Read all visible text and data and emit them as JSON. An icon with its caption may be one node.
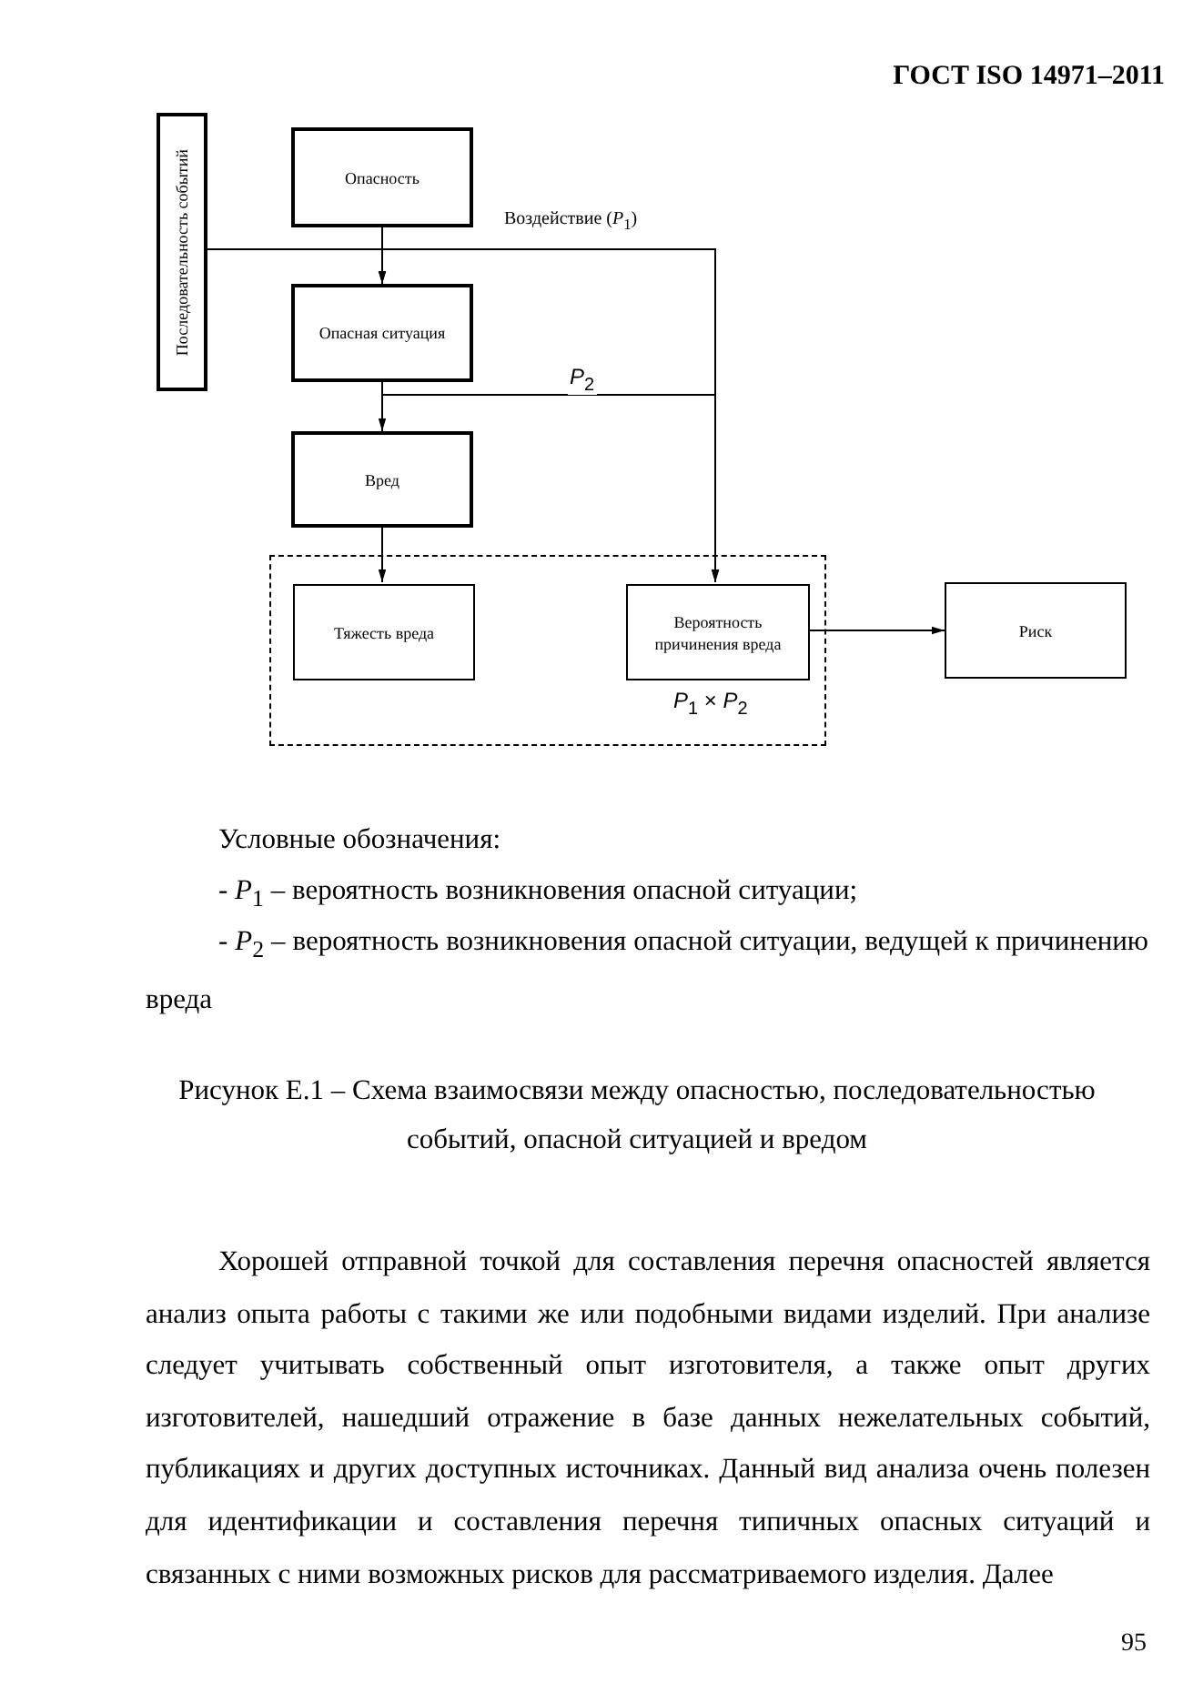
{
  "diagram": {
    "caption": "Рисунок Е.1 – Схема взаимосвязи между опасностью, последовательностью событий, опасной ситуацией и вредом",
    "nodes": [
      {
        "text": [
          "Последовательность событий"
        ]
      },
      {
        "text": [
          "Опасность"
        ]
      },
      {
        "text": [
          "Опасная ситуация"
        ]
      },
      {
        "text": [
          "Вред"
        ]
      },
      {
        "text": [],
        "shape": "box"
      },
      {
        "text": [
          "Тяжесть вреда"
        ],
        "in": 4
      },
      {
        "text": [
          "Вероятность причинения вреда"
        ],
        "in": 4,
        "beside": [
          "*P*$_{1}$ × *P*$_{2}$"
        ]
      },
      {
        "text": [
          "Риск"
        ]
      }
    ],
    "edges": [
      {
        "from": 0,
        "to": 2,
        "arrow": "to"
      },
      {
        "from": 1,
        "to": 2,
        "arrow": "to"
      },
      {
        "from": 1,
        "to": 6,
        "arrow": "to",
        "label": "Воздействие (*P*$_{1}$)"
      },
      {
        "from": 2,
        "to": 6,
        "arrow": "to",
        "label": "*P*$_{2}$"
      },
      {
        "from": 2,
        "to": 3,
        "arrow": "to"
      },
      {
        "from": 3,
        "to": 5,
        "arrow": "to"
      },
      {
        "from": 6,
        "to": 7,
        "arrow": "to"
      }
    ],
    "labels": [
      "ГОСТ ISO 14971–2011",
      "Условные обозначения:",
      "- *P*$_{1}$ – вероятность возникновения опасной ситуации;",
      "- *P*$_{2}$ – вероятность возникновения опасной ситуации, ведущей к причинению вреда",
      "Хорошей отправной точкой для составления перечня опасностей является анализ опыта работы с такими же или подобными видами изделий. При анализе следует учитывать собственный опыт изготовителя, а также опыт других изготовителей, нашедший отражение в базе данных нежелательных событий, публикациях и других доступных источниках. Данный вид анализа очень полезен для идентификации и составления перечня типичных опасных ситуаций и связанных с ними возможных рисков для рассматриваемого изделия. Далее",
      "95"
    ]
  }
}
